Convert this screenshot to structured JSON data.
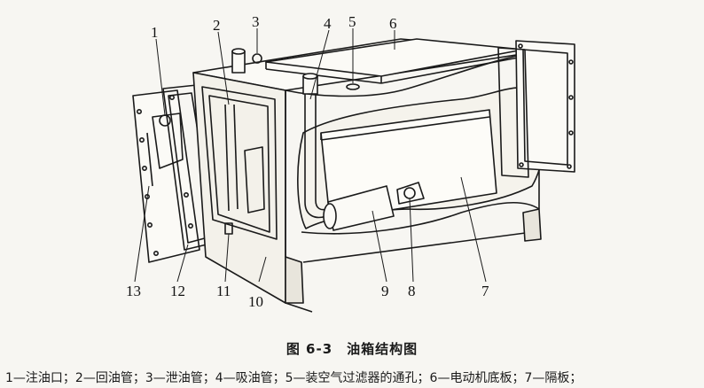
{
  "figure": {
    "callouts": [
      {
        "n": "1"
      },
      {
        "n": "2"
      },
      {
        "n": "3"
      },
      {
        "n": "4"
      },
      {
        "n": "5"
      },
      {
        "n": "6"
      },
      {
        "n": "7"
      },
      {
        "n": "8"
      },
      {
        "n": "9"
      },
      {
        "n": "10"
      },
      {
        "n": "11"
      },
      {
        "n": "12"
      },
      {
        "n": "13"
      }
    ]
  },
  "caption": {
    "fig_no": "图 6-3",
    "title": "油箱结构图"
  },
  "legend": "1—注油口；2—回油管；3—泄油管；4—吸油管；5—装空气过滤器的通孔；6—电动机底板；7—隔板；"
}
